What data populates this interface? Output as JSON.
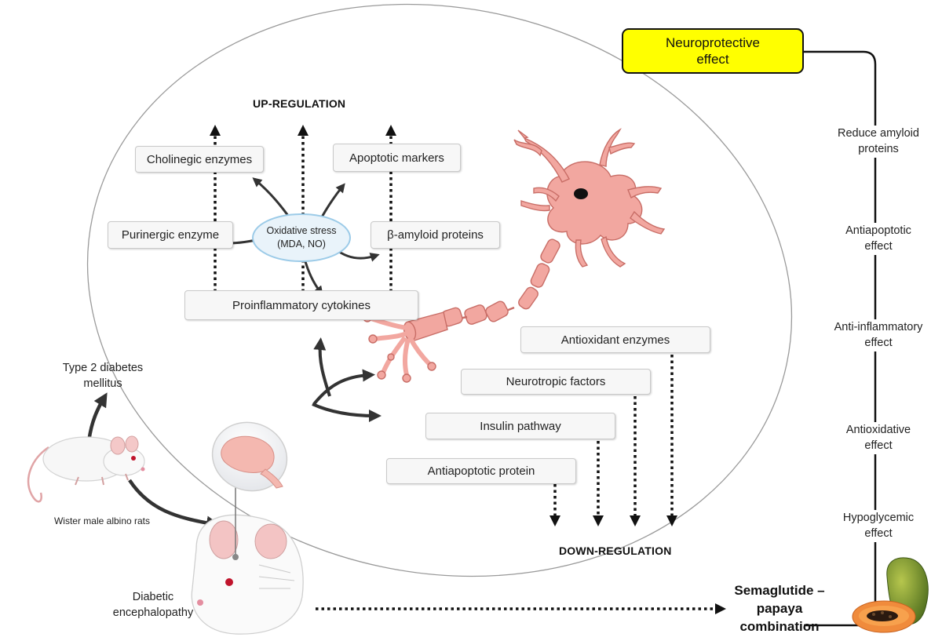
{
  "labels": {
    "up_regulation": "UP-REGULATION",
    "down_regulation": "DOWN-REGULATION",
    "oxidative_stress_line1": "Oxidative stress",
    "oxidative_stress_line2": "(MDA, NO)",
    "type2_line1": "Type 2 diabetes",
    "type2_line2": "mellitus",
    "rats": "Wister male albino rats",
    "encephalopathy_line1": "Diabetic",
    "encephalopathy_line2": "encephalopathy",
    "combination_line1": "Semaglutide – papaya",
    "combination_line2": "combination",
    "neuroprotective_line1": "Neuroprotective",
    "neuroprotective_line2": "effect"
  },
  "up_boxes": {
    "cholinergic": "Cholinegic enzymes",
    "apoptotic": "Apoptotic markers",
    "purinergic": "Purinergic enzyme",
    "amyloid": "β-amyloid proteins",
    "cytokines": "Proinflammatory cytokines"
  },
  "down_boxes": {
    "antioxidant": "Antioxidant enzymes",
    "neurotropic": "Neurotropic factors",
    "insulin": "Insulin pathway",
    "antiapoptotic": "Antiapoptotic protein"
  },
  "effects": [
    {
      "line1": "Reduce amyloid",
      "line2": "proteins"
    },
    {
      "line1": "Antiapoptotic",
      "line2": "effect"
    },
    {
      "line1": "Anti-inflammatory",
      "line2": "effect"
    },
    {
      "line1": "Antioxidative",
      "line2": "effect"
    },
    {
      "line1": "Hypoglycemic",
      "line2": "effect"
    }
  ],
  "colors": {
    "highlight": "#ffff00",
    "neuron": "#f2a7a0",
    "neuron_outline": "#c86d66",
    "oxidative_fill": "#e9f3fa",
    "oxidative_stroke": "#9ccbe8"
  }
}
